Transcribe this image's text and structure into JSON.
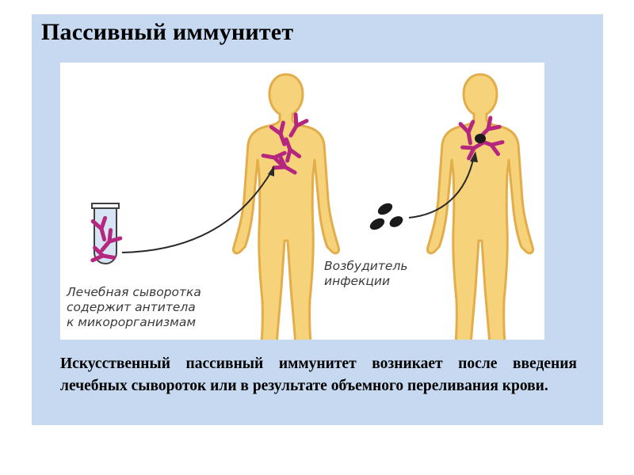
{
  "slide": {
    "title": "Пассивный иммунитет",
    "body": "Искусственный пассивный иммунитет возникает после введения лечебных сывороток или в результате объемного переливания крови.",
    "panel_color": "#c6d9f1"
  },
  "illustration": {
    "serum_caption": [
      "Лечебная сыворотка",
      "содержит антитела",
      "к микорорганизмам"
    ],
    "pathogen_caption": [
      "Возбудитель",
      "инфекции"
    ],
    "colors": {
      "body": "#f6d37a",
      "body_outline": "#e2ad4a",
      "antibody": "#b5267e",
      "pathogen": "#1a1a1a",
      "tube": "#d6e4f3"
    },
    "icons": [
      "human-figure",
      "test-tube",
      "antibody",
      "pathogen",
      "arrow"
    ]
  }
}
